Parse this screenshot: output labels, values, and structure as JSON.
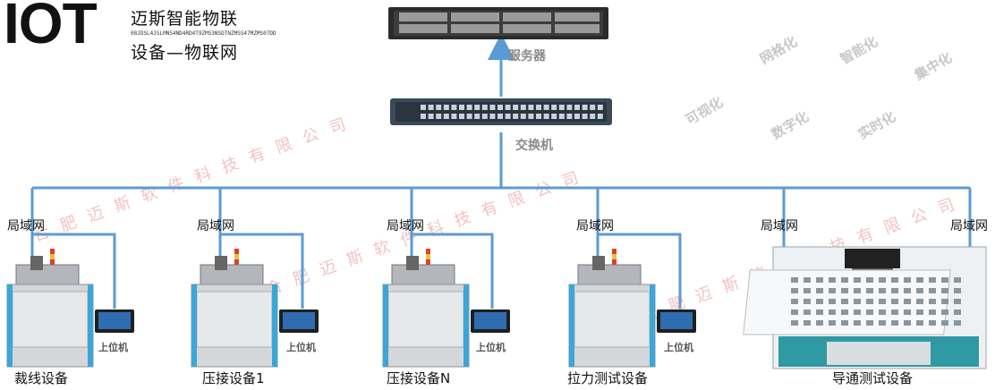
{
  "logo": {
    "big": "IOT",
    "line1": "迈斯智能物联",
    "tiny": "08JDSL4JSLMNS4ND4RD4T9ZMS3NSDTNZMSS47MZMS07DD",
    "line2": "设备—物联网"
  },
  "server": {
    "label": "服务器"
  },
  "switch": {
    "label": "交换机"
  },
  "lan_label": "局域网",
  "host_label": "上位机",
  "devices": [
    {
      "name": "裁线设备"
    },
    {
      "name": "压接设备1"
    },
    {
      "name": "压接设备N"
    },
    {
      "name": "拉力测试设备"
    },
    {
      "name": "导通测试设备"
    }
  ],
  "features": [
    "网格化",
    "智能化",
    "集中化",
    "可视化",
    "数字化",
    "实时化"
  ],
  "watermark": "合肥迈斯软件科技有限公司",
  "colors": {
    "line": "#5b9bd5",
    "watermark": "#f1b6b6",
    "machine": "#c7c9cc",
    "panel_blue": "#3aa7d8"
  }
}
